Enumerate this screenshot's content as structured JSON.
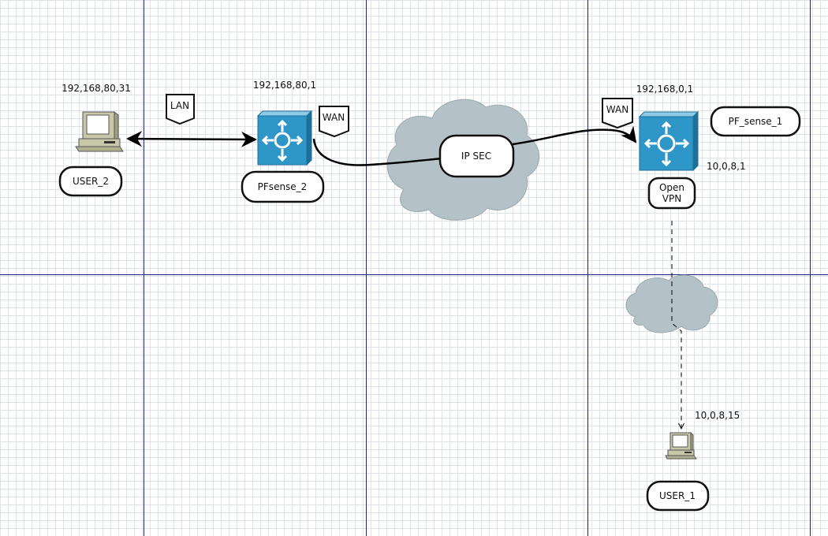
{
  "nodes": {
    "user2": {
      "name": "USER_2",
      "ip": "192,168,80,31"
    },
    "pfsense2": {
      "name": "PFsense_2",
      "ip": "192,168,80,1"
    },
    "ipsec": {
      "label": "IP SEC"
    },
    "pfsense1": {
      "name": "PF_sense_1",
      "ip": "192,168,0,1",
      "ip2": "10,0,8,1"
    },
    "openvpn": {
      "line1": "Open",
      "line2": "VPN"
    },
    "user1": {
      "name": "USER_1",
      "ip": "10,0,8,15"
    }
  },
  "tags": {
    "lan": "LAN",
    "wan_left": "WAN",
    "wan_right": "WAN"
  },
  "colors": {
    "router": "#2f96c8",
    "cloud": "#b4c2c7",
    "computer": "#c8c8a8",
    "page_line": "#1a237e"
  }
}
